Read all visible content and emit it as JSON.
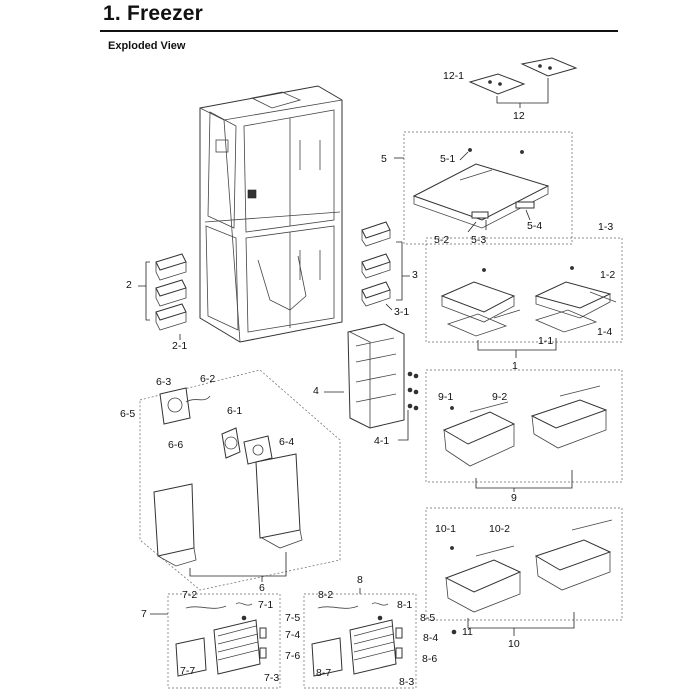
{
  "header": {
    "title": "1. Freezer",
    "subtitle": "Exploded View"
  },
  "callouts": [
    "12-1",
    "12",
    "5",
    "5-1",
    "5-2",
    "5-3",
    "5-4",
    "1-3",
    "1-2",
    "1-4",
    "1-1",
    "1",
    "2",
    "2-1",
    "3",
    "3-1",
    "4",
    "4-1",
    "6-3",
    "6-2",
    "6-5",
    "6-6",
    "6-1",
    "6-4",
    "6",
    "9-1",
    "9-2",
    "9",
    "10-1",
    "10-2",
    "10",
    "11",
    "7",
    "7-1",
    "7-2",
    "7-3",
    "7-4",
    "7-5",
    "7-6",
    "7-7",
    "8",
    "8-1",
    "8-2",
    "8-3",
    "8-4",
    "8-5",
    "8-6",
    "8-7"
  ],
  "colors": {
    "line": "#333333",
    "background": "#ffffff"
  }
}
